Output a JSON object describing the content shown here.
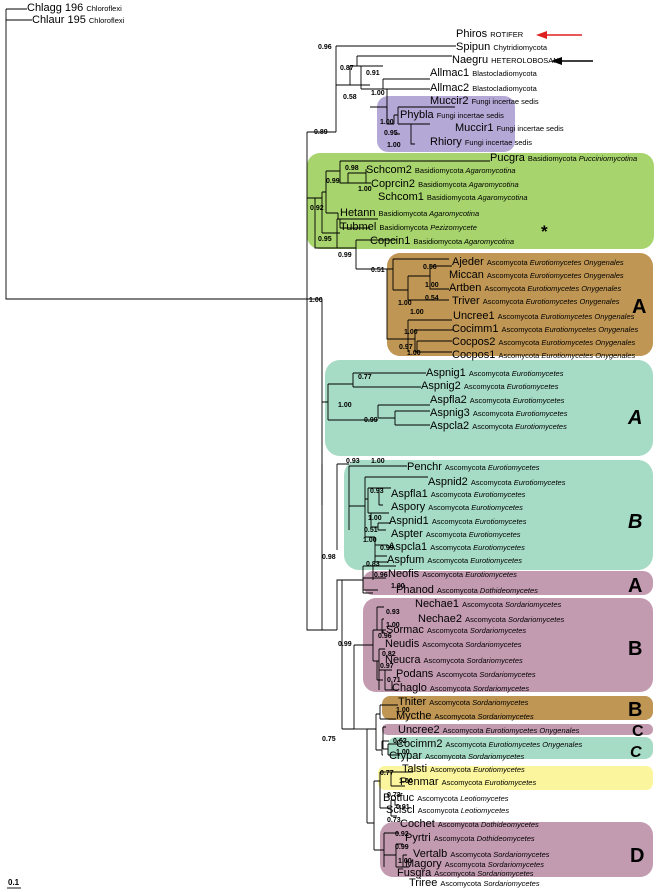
{
  "tree": {
    "leaves": [
      {
        "code": "Chlagg 196",
        "phylum": "Chloroflexi",
        "class": "",
        "order": ""
      },
      {
        "code": "Chlaur 195",
        "phylum": "Chloroflexi",
        "class": "",
        "order": ""
      },
      {
        "code": "Phiros",
        "phylum": "ROTIFER",
        "class": "",
        "order": ""
      },
      {
        "code": "Spipun",
        "phylum": "Chytridiomycota",
        "class": "",
        "order": ""
      },
      {
        "code": "Naegru",
        "phylum": "HETEROLOBOSAN",
        "class": "",
        "order": ""
      },
      {
        "code": "Allmac1",
        "phylum": "Blastocladiomycota",
        "class": "",
        "order": ""
      },
      {
        "code": "Allmac2",
        "phylum": "Blastocladiomycota",
        "class": "",
        "order": ""
      },
      {
        "code": "Muccir2",
        "phylum": "Fungi incertae sedis",
        "class": "",
        "order": ""
      },
      {
        "code": "Phybla",
        "phylum": "Fungi incertae sedis",
        "class": "",
        "order": ""
      },
      {
        "code": "Muccir1",
        "phylum": "Fungi incertae sedis",
        "class": "",
        "order": ""
      },
      {
        "code": "Rhiory",
        "phylum": "Fungi incertae sedis",
        "class": "",
        "order": ""
      },
      {
        "code": "Pucgra",
        "phylum": "Basidiomycota",
        "class": "Pucciniomycotina",
        "order": ""
      },
      {
        "code": "Schcom2",
        "phylum": "Basidiomycota",
        "class": "Agaromycotina",
        "order": ""
      },
      {
        "code": "Coprcin2",
        "phylum": "Basidiomycota",
        "class": "Agaromycotina",
        "order": ""
      },
      {
        "code": "Schcom1",
        "phylum": "Basidiomycota",
        "class": "Agaromycotina",
        "order": ""
      },
      {
        "code": "Hetann",
        "phylum": "Basidiomycota",
        "class": "Agaromycotina",
        "order": ""
      },
      {
        "code": "Tubmel",
        "phylum": "Basidiomycota",
        "class": "Pezizomycete",
        "order": ""
      },
      {
        "code": "Copcin1",
        "phylum": "Basidiomycota",
        "class": "Agaromycotina",
        "order": ""
      },
      {
        "code": "Ajeder",
        "phylum": "Ascomycota",
        "class": "Eurotiomycetes",
        "order": "Onygenales"
      },
      {
        "code": "Miccan",
        "phylum": "Ascomycota",
        "class": "Eurotiomycetes",
        "order": "Onygenales"
      },
      {
        "code": "Artben",
        "phylum": "Ascomycota",
        "class": "Eurotiomycetes",
        "order": "Onygenales"
      },
      {
        "code": "Triver",
        "phylum": "Ascomycota",
        "class": "Eurotiomycetes",
        "order": "Onygenales"
      },
      {
        "code": "Uncree1",
        "phylum": "Ascomycota",
        "class": "Eurotiomycetes",
        "order": "Onygenales"
      },
      {
        "code": "Cocimm1",
        "phylum": "Ascomycota",
        "class": "Eurotiomycetes",
        "order": "Onygenales"
      },
      {
        "code": "Cocpos2",
        "phylum": "Ascomycota",
        "class": "Eurotiomycetes",
        "order": "Onygenales"
      },
      {
        "code": "Cocpos1",
        "phylum": "Ascomycota",
        "class": "Eurotiomycetes",
        "order": "Onygenales"
      },
      {
        "code": "Aspnig1",
        "phylum": "Ascomycota",
        "class": "Eurotiomycetes",
        "order": ""
      },
      {
        "code": "Aspnig2",
        "phylum": "Ascomycota",
        "class": "Eurotiomycetes",
        "order": ""
      },
      {
        "code": "Aspfla2",
        "phylum": "Ascomycota",
        "class": "Eurotiomycetes",
        "order": ""
      },
      {
        "code": "Aspnig3",
        "phylum": "Ascomycota",
        "class": "Eurotiomycetes",
        "order": ""
      },
      {
        "code": "Aspcla2",
        "phylum": "Ascomycota",
        "class": "Eurotiomycetes",
        "order": ""
      },
      {
        "code": "Penchr",
        "phylum": "Ascomycota",
        "class": "Eurotiomycetes",
        "order": ""
      },
      {
        "code": "Aspnid2",
        "phylum": "Ascomycota",
        "class": "Eurotiomycetes",
        "order": ""
      },
      {
        "code": "Aspfla1",
        "phylum": "Ascomycota",
        "class": "Eurotiomycetes",
        "order": ""
      },
      {
        "code": "Aspory",
        "phylum": "Ascomycota",
        "class": "Eurotiomycetes",
        "order": ""
      },
      {
        "code": "Aspnid1",
        "phylum": "Ascomycota",
        "class": "Eurotiomycetes",
        "order": ""
      },
      {
        "code": "Aspter",
        "phylum": "Ascomycota",
        "class": "Eurotiomycetes",
        "order": ""
      },
      {
        "code": "Aspcla1",
        "phylum": "Ascomycota",
        "class": "Eurotiomycetes",
        "order": ""
      },
      {
        "code": "Aspfum",
        "phylum": "Ascomycota",
        "class": "Eurotiomycetes",
        "order": ""
      },
      {
        "code": "Neofis",
        "phylum": "Ascomycota",
        "class": "Eurotiomycetes",
        "order": ""
      },
      {
        "code": "Phanod",
        "phylum": "Ascomycota",
        "class": "Dothideomycetes",
        "order": ""
      },
      {
        "code": "Nechae1",
        "phylum": "Ascomycota",
        "class": "Sordariomycetes",
        "order": ""
      },
      {
        "code": "Nechae2",
        "phylum": "Ascomycota",
        "class": "Sordariomycetes",
        "order": ""
      },
      {
        "code": "Sormac",
        "phylum": "Ascomycota",
        "class": "Sordariomycetes",
        "order": ""
      },
      {
        "code": "Neudis",
        "phylum": "Ascomycota",
        "class": "Sordariomycetes",
        "order": ""
      },
      {
        "code": "Neucra",
        "phylum": "Ascomycota",
        "class": "Sordariomycetes",
        "order": ""
      },
      {
        "code": "Podans",
        "phylum": "Ascomycota",
        "class": "Sordariomycetes",
        "order": ""
      },
      {
        "code": "Chaglo",
        "phylum": "Ascomycota",
        "class": "Sordariomycetes",
        "order": ""
      },
      {
        "code": "Thiter",
        "phylum": "Ascomycota",
        "class": "Sordariomycetes",
        "order": ""
      },
      {
        "code": "Mycthe",
        "phylum": "Ascomycota",
        "class": "Sordariomycetes",
        "order": ""
      },
      {
        "code": "Uncree2",
        "phylum": "Ascomycota",
        "class": "Eurotiomycetes",
        "order": "Onygenales"
      },
      {
        "code": "Cocimm2",
        "phylum": "Ascomycota",
        "class": "Eurotiomycetes",
        "order": "Onygenales"
      },
      {
        "code": "Crypar",
        "phylum": "Ascomycota",
        "class": "Sordariomycetes",
        "order": ""
      },
      {
        "code": "Talsti",
        "phylum": "Ascomycota",
        "class": "Eurotiomycetes",
        "order": ""
      },
      {
        "code": "Penmar",
        "phylum": "Ascomycota",
        "class": "Eurotiomycetes",
        "order": ""
      },
      {
        "code": "Botfuc",
        "phylum": "Ascomycota",
        "class": "Leotiomycetes",
        "order": ""
      },
      {
        "code": "Sclscl",
        "phylum": "Ascomycota",
        "class": "Leotiomycetes",
        "order": ""
      },
      {
        "code": "Cochet",
        "phylum": "Ascomycota",
        "class": "Dothideomycetes",
        "order": ""
      },
      {
        "code": "Pyrtri",
        "phylum": "Ascomycota",
        "class": "Dothideomycetes",
        "order": ""
      },
      {
        "code": "Vertalb",
        "phylum": "Ascomycota",
        "class": "Sordariomycetes",
        "order": ""
      },
      {
        "code": "Magory",
        "phylum": "Ascomycota",
        "class": "Sordariomycetes",
        "order": ""
      },
      {
        "code": "Fusgra",
        "phylum": "Ascomycota",
        "class": "Sordariomycetes",
        "order": ""
      },
      {
        "code": "Triree",
        "phylum": "Ascomycota",
        "class": "Sordariomycetes",
        "order": ""
      }
    ],
    "supports": [
      "0.96",
      "0.87",
      "0.91",
      "1.00",
      "0.58",
      "1.00",
      "0.95",
      "1.00",
      "0.89",
      "0.98",
      "0.99",
      "1.00",
      "0.92",
      "0.95",
      "0.99",
      "0.51",
      "1.00",
      "0.56",
      "1.00",
      "0.54",
      "1.00",
      "1.00",
      "0.97",
      "1.00",
      "1.00",
      "0.77",
      "1.00",
      "0.99",
      "0.93",
      "1.00",
      "0.93",
      "1.00",
      "0.51",
      "1.00",
      "0.83",
      "0.99",
      "0.98",
      "0.96",
      "1.00",
      "0.93",
      "1.00",
      "0.96",
      "0.82",
      "0.97",
      "0.71",
      "0.99",
      "0.75",
      "1.00",
      "0.62",
      "1.00",
      "0.77",
      "1.00",
      "0.73",
      "0.91",
      "0.73",
      "0.92",
      "0.99",
      "1.00"
    ],
    "group_labels": [
      "A",
      "A",
      "B",
      "A",
      "B",
      "B",
      "C",
      "C",
      "D"
    ],
    "star_mark": "*",
    "scale_label": "0.1",
    "colors": {
      "fungi_incertae": "#b4a9d6",
      "basidiomycota": "#a7d46c",
      "onygenales": "#bf9654",
      "eurotiomycetes": "#a6dbc5",
      "sordariomycetes": "#c39bb1",
      "leotiomycetes": "#fbf59d",
      "arrow_red": "#e02020",
      "arrow_black": "#000000"
    }
  }
}
